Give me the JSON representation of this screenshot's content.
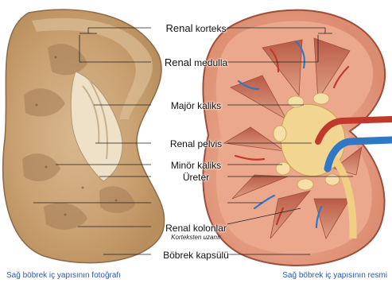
{
  "labels": {
    "cortex": {
      "main": "Renal",
      "rest": " korteks"
    },
    "medulla": {
      "main": "Renal",
      "rest": " medulla"
    },
    "major": {
      "main": "Majör",
      "rest": " kaliks"
    },
    "pelvis": {
      "main": "Renal",
      "rest": " pelvis"
    },
    "minor": {
      "main": "Minör",
      "rest": " kaliks"
    },
    "ureter": {
      "main": "Üreter",
      "rest": ""
    },
    "columns": {
      "main": "Renal",
      "rest": " kolonlar",
      "note": "Korteksten uzanır"
    },
    "capsule": {
      "main": "Böbrek",
      "rest": " kapsülü"
    }
  },
  "captions": {
    "left": "Sağ böbrek iç yapısının fotoğrafı",
    "right": "Sağ böbrek iç yapısının resmi"
  },
  "colors": {
    "photo_tissue": "#c9a47a",
    "photo_cortex": "#d8b58e",
    "illustration_cortex": "#e8a58c",
    "illustration_medulla": "#c9705a",
    "artery": "#c0392b",
    "vein": "#2e78c7",
    "pelvis": "#f2d28a",
    "caption": "#2a5aa8"
  }
}
